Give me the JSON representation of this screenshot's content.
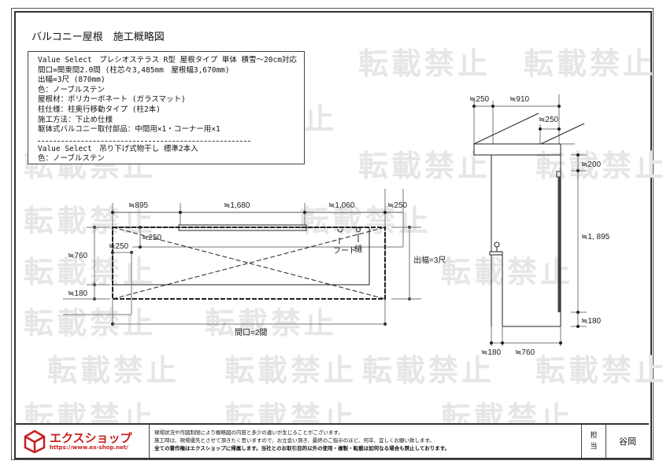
{
  "watermark": "転載禁止",
  "title": "バルコニー屋根　施工概略図",
  "spec": {
    "lines": [
      "Value Select　プレシオステラス R型 屋根タイプ 単体 積雪～20cm対応",
      "間口=関東間2.0間 (柱芯々3,485mm　屋根幅3,670mm)",
      "出幅=3尺 (870mm)",
      "色：ノーブルステン",
      "屋根材：ポリカーボネート (ガラスマット)",
      "柱仕様：柱奥行移動タイプ (柱2本)",
      "施工方法：下止め仕様",
      "躯体式バルコニー取付部品：中間用×1・コーナー用×1"
    ],
    "extra": [
      "Value Select　吊り下げ式物干し 標準2本入",
      "色：ノーブルステン"
    ]
  },
  "plan": {
    "top_dims": [
      "≒895",
      "≒1,680",
      "≒1,060",
      "≒250"
    ],
    "inner_250a": "≒250",
    "inner_250b": "≒250",
    "left_760": "≒760",
    "left_180": "≒180",
    "hood": "フード",
    "gutter": "樋",
    "depth": "出幅=3尺",
    "width": "間口=2間"
  },
  "side": {
    "top_250": "≒250",
    "top_910": "≒910",
    "mid_250": "≒250",
    "h_200": "≒200",
    "h_1895": "≒1, 895",
    "h_180": "≒180",
    "b_180": "≒180",
    "b_760": "≒760"
  },
  "footer": {
    "logo_name": "エクスショップ",
    "logo_url": "https://www.ex-shop.net/",
    "notes": [
      "現場状況や作図制限により概略図の内容と多少の違いが生じることがございます。",
      "施工時は、現場優先とさせて頂きたく思いますので、お立会い頂き、最終のご指示のほど、何卒、宜しくお願い致します。",
      "全ての著作権はエクスショップに帰属します。当社とのお取引目的以外の使用・複製・転載は如何なる場合も禁止しております。"
    ],
    "tantou": [
      "担",
      "当"
    ],
    "person": "谷岡"
  },
  "colors": {
    "brand": "#c8211e",
    "watermark": "#e6e6e6"
  }
}
